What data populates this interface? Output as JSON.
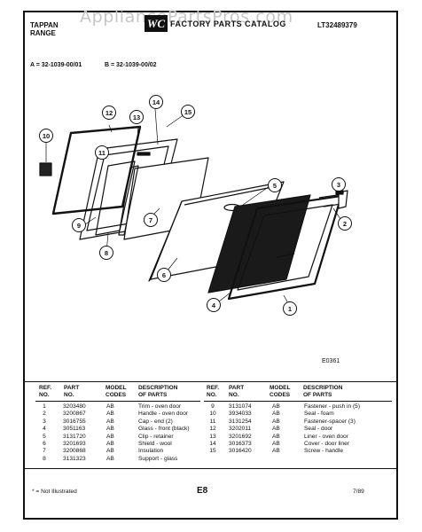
{
  "watermark": "AppliancePartsPros.com",
  "header": {
    "brand_line1": "TAPPAN",
    "brand_line2": "RANGE",
    "logo": "WC",
    "catalog_title": "FACTORY PARTS CATALOG",
    "catalog_number": "LT32489379"
  },
  "models": {
    "a": "A = 32-1039-00/01",
    "b": "B = 32-1039-00/02"
  },
  "diagram": {
    "callouts": [
      "1",
      "2",
      "3",
      "4",
      "5",
      "6",
      "7",
      "8",
      "9",
      "10",
      "11",
      "12",
      "13",
      "14",
      "15"
    ],
    "code": "E0361"
  },
  "table": {
    "headers": {
      "ref_no": [
        "REF.",
        "NO."
      ],
      "part_no": [
        "PART",
        "NO."
      ],
      "model_codes": [
        "MODEL",
        "CODES"
      ],
      "description": [
        "DESCRIPTION",
        "OF PARTS"
      ]
    },
    "left": [
      {
        "ref": "1",
        "part": "3203480",
        "code": "AB",
        "desc": "Trim - oven door"
      },
      {
        "ref": "2",
        "part": "3200867",
        "code": "AB",
        "desc": "Handle - oven door"
      },
      {
        "ref": "3",
        "part": "3016755",
        "code": "AB",
        "desc": "Cap - end (2)"
      },
      {
        "ref": "4",
        "part": "3051163",
        "code": "AB",
        "desc": "Glass - front (black)"
      },
      {
        "ref": "5",
        "part": "3131720",
        "code": "AB",
        "desc": "Clip - retainer"
      },
      {
        "ref": "6",
        "part": "3201693",
        "code": "AB",
        "desc": "Shield - wool"
      },
      {
        "ref": "7",
        "part": "3200868",
        "code": "AB",
        "desc": "Insulation"
      },
      {
        "ref": "8",
        "part": "3131323",
        "code": "AB",
        "desc": "Support - glass"
      }
    ],
    "right": [
      {
        "ref": "9",
        "part": "3131074",
        "code": "AB",
        "desc": "Fastener - push in (5)"
      },
      {
        "ref": "10",
        "part": "3934033",
        "code": "AB",
        "desc": "Seal - foam"
      },
      {
        "ref": "11",
        "part": "3131254",
        "code": "AB",
        "desc": "Fastener-spacer (3)"
      },
      {
        "ref": "12",
        "part": "3202011",
        "code": "AB",
        "desc": "Seal - door"
      },
      {
        "ref": "13",
        "part": "3201692",
        "code": "AB",
        "desc": "Liner - oven door"
      },
      {
        "ref": "14",
        "part": "3016373",
        "code": "AB",
        "desc": "Cover - door liner"
      },
      {
        "ref": "15",
        "part": "3016420",
        "code": "AB",
        "desc": "Screw - handle"
      }
    ]
  },
  "footer": {
    "note": "* = Not Illustrated",
    "page": "E8",
    "date": "7/89"
  }
}
